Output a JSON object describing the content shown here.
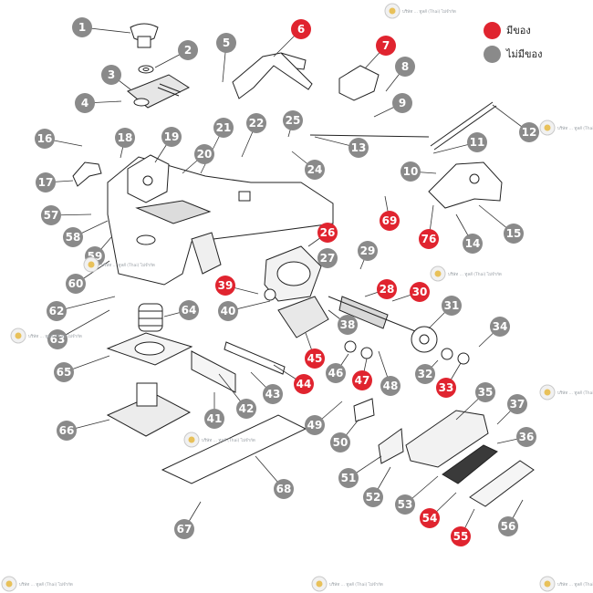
{
  "legend": {
    "available_label": "มีของ",
    "unavailable_label": "ไม่มีของ",
    "available_color": "#e0242f",
    "unavailable_color": "#8a8a8a"
  },
  "watermark": "บริษัท ... ทูลส์ (Thai) ไม่จำกัด",
  "callouts": [
    {
      "n": "1",
      "s": "u"
    },
    {
      "n": "2",
      "s": "u"
    },
    {
      "n": "3",
      "s": "u"
    },
    {
      "n": "4",
      "s": "u"
    },
    {
      "n": "5",
      "s": "u"
    },
    {
      "n": "6",
      "s": "a"
    },
    {
      "n": "7",
      "s": "a"
    },
    {
      "n": "8",
      "s": "u"
    },
    {
      "n": "9",
      "s": "u"
    },
    {
      "n": "10",
      "s": "u"
    },
    {
      "n": "11",
      "s": "u"
    },
    {
      "n": "12",
      "s": "u"
    },
    {
      "n": "13",
      "s": "u"
    },
    {
      "n": "14",
      "s": "u"
    },
    {
      "n": "15",
      "s": "u"
    },
    {
      "n": "16",
      "s": "u"
    },
    {
      "n": "17",
      "s": "u"
    },
    {
      "n": "18",
      "s": "u"
    },
    {
      "n": "19",
      "s": "u"
    },
    {
      "n": "20",
      "s": "u"
    },
    {
      "n": "21",
      "s": "u"
    },
    {
      "n": "22",
      "s": "u"
    },
    {
      "n": "24",
      "s": "u"
    },
    {
      "n": "25",
      "s": "u"
    },
    {
      "n": "26",
      "s": "a"
    },
    {
      "n": "27",
      "s": "u"
    },
    {
      "n": "28",
      "s": "a"
    },
    {
      "n": "29",
      "s": "u"
    },
    {
      "n": "30",
      "s": "a"
    },
    {
      "n": "31",
      "s": "u"
    },
    {
      "n": "32",
      "s": "u"
    },
    {
      "n": "33",
      "s": "a"
    },
    {
      "n": "34",
      "s": "u"
    },
    {
      "n": "35",
      "s": "u"
    },
    {
      "n": "36",
      "s": "u"
    },
    {
      "n": "37",
      "s": "u"
    },
    {
      "n": "38",
      "s": "u"
    },
    {
      "n": "39",
      "s": "a"
    },
    {
      "n": "40",
      "s": "u"
    },
    {
      "n": "41",
      "s": "u"
    },
    {
      "n": "42",
      "s": "u"
    },
    {
      "n": "43",
      "s": "u"
    },
    {
      "n": "44",
      "s": "a"
    },
    {
      "n": "45",
      "s": "a"
    },
    {
      "n": "46",
      "s": "u"
    },
    {
      "n": "47",
      "s": "a"
    },
    {
      "n": "48",
      "s": "u"
    },
    {
      "n": "49",
      "s": "u"
    },
    {
      "n": "50",
      "s": "u"
    },
    {
      "n": "51",
      "s": "u"
    },
    {
      "n": "52",
      "s": "u"
    },
    {
      "n": "53",
      "s": "u"
    },
    {
      "n": "54",
      "s": "a"
    },
    {
      "n": "55",
      "s": "a"
    },
    {
      "n": "56",
      "s": "u"
    },
    {
      "n": "57",
      "s": "u"
    },
    {
      "n": "58",
      "s": "u"
    },
    {
      "n": "59",
      "s": "u"
    },
    {
      "n": "60",
      "s": "u"
    },
    {
      "n": "62",
      "s": "u"
    },
    {
      "n": "63",
      "s": "u"
    },
    {
      "n": "64",
      "s": "u"
    },
    {
      "n": "65",
      "s": "u"
    },
    {
      "n": "66",
      "s": "u"
    },
    {
      "n": "67",
      "s": "u"
    },
    {
      "n": "68",
      "s": "u"
    },
    {
      "n": "69",
      "s": "a"
    },
    {
      "n": "76",
      "s": "a"
    }
  ]
}
